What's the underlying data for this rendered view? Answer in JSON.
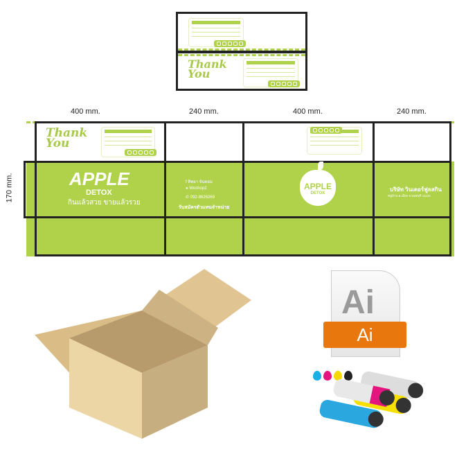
{
  "dimensions": {
    "w1": "400 mm.",
    "w2": "240 mm.",
    "w3": "400 mm.",
    "w4": "240 mm.",
    "height": "170 mm."
  },
  "labels": {
    "thank_you_line1": "Thank",
    "thank_you_line2": "You"
  },
  "front": {
    "brand": "APPLE",
    "sub": "DETOX",
    "slogan": "กินแล้วสวย ขายแล้วรวย"
  },
  "side1": {
    "facebook": "ทิพยา จันหอม",
    "line": "Weshop2",
    "phone": "092-8626269",
    "recruit": "รับสมัครตัวแทนจำหน่าย"
  },
  "back": {
    "brand": "APPLE",
    "sub": "DETOX"
  },
  "side2": {
    "company": "บริษัท วินเดอร์ฟูลสกิน",
    "address": "หมู่บ้าน อ.เมือง จ.นนทบุรี 11120"
  },
  "ai_icon": {
    "big": "Ai",
    "badge": "Ai"
  },
  "colors": {
    "lime": "#b0d24a",
    "dieline": "#222222",
    "ai_orange": "#e8780e"
  }
}
